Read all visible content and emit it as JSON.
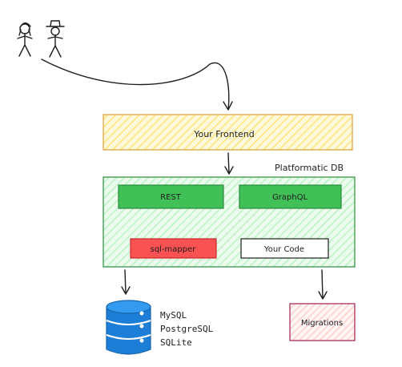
{
  "diagram": {
    "frontend_label": "Your Frontend",
    "platform_label": "Platformatic DB",
    "rest_label": "REST",
    "graphql_label": "GraphQL",
    "sqlmapper_label": "sql-mapper",
    "yourcode_label": "Your Code",
    "migrations_label": "Migrations",
    "databases": [
      "MySQL",
      "PostgreSQL",
      "SQLite"
    ],
    "colors": {
      "frontend_fill": "#ffec99",
      "frontend_stroke": "#e6b85c",
      "platform_fill": "#b2f2bb",
      "platform_stroke": "#2b8a3e",
      "rest_fill": "#40c057",
      "graphql_fill": "#40c057",
      "sqlmapper_fill": "#fa5252",
      "yourcode_fill": "#ffffff",
      "migrations_fill": "#ffc9c9",
      "database_fill": "#1c7ed6"
    },
    "icons": [
      "user-icon",
      "user-hat-icon",
      "database-icon"
    ]
  }
}
